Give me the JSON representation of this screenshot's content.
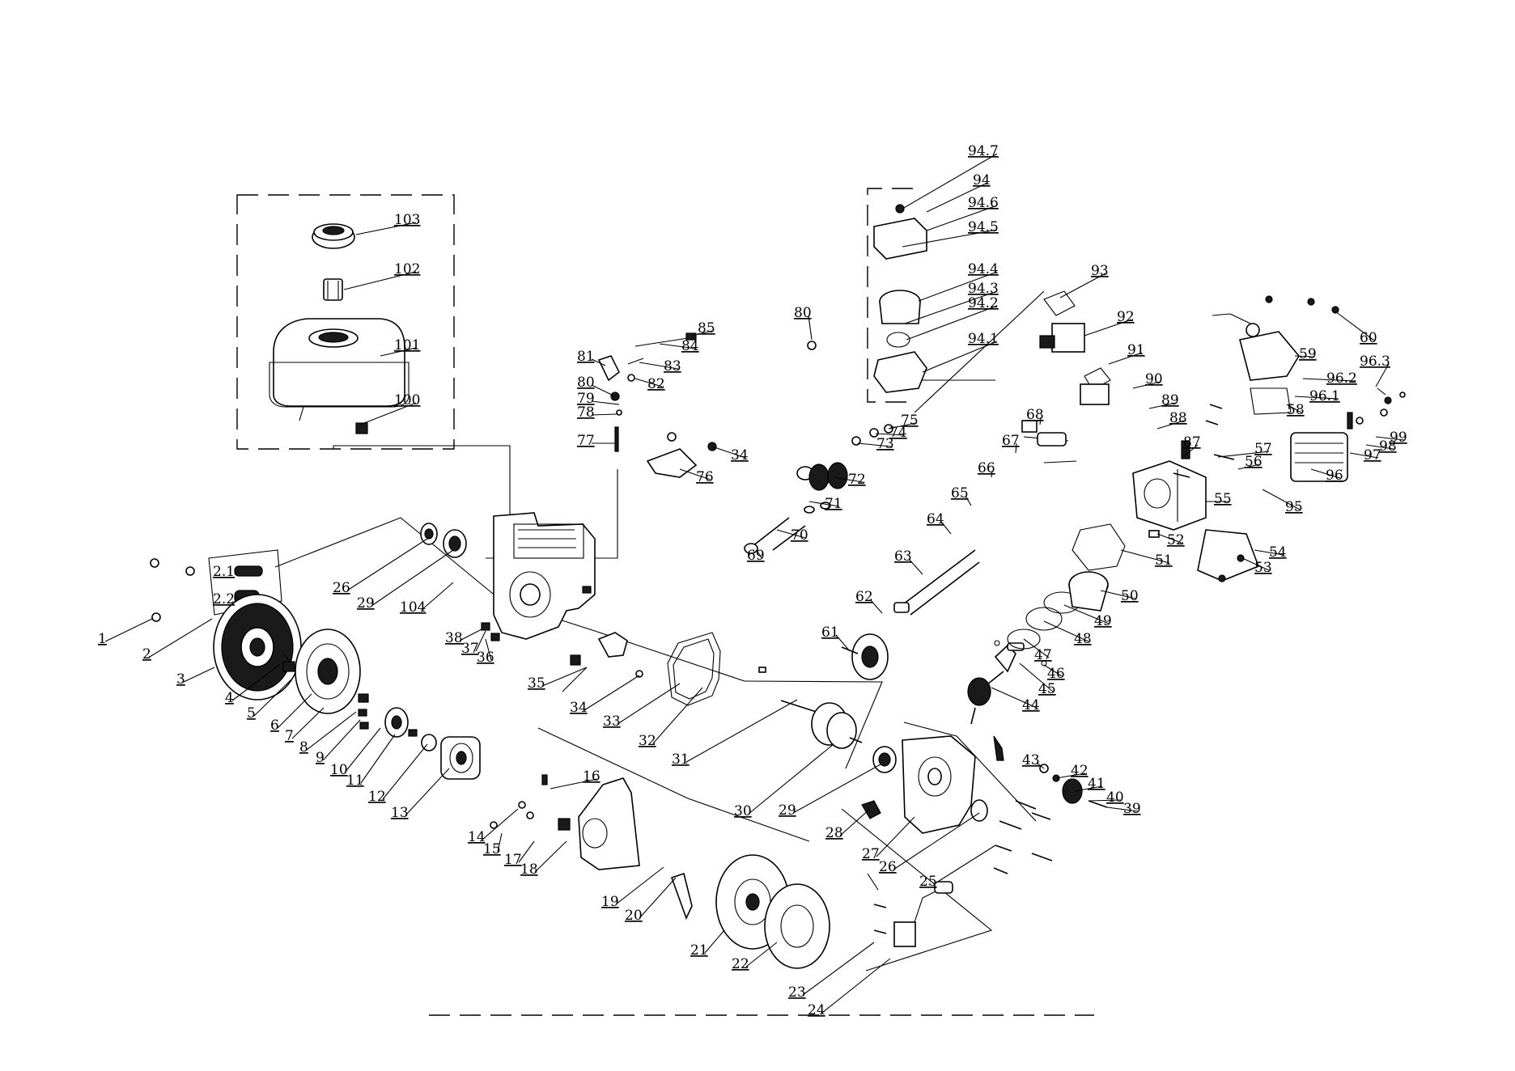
{
  "labels": [
    {
      "id": "l1",
      "text": "1",
      "part": "p1"
    },
    {
      "id": "l2",
      "text": "2",
      "part": "p2"
    },
    {
      "id": "l2_1",
      "text": "2.1",
      "part": "p2_1"
    },
    {
      "id": "l2_2",
      "text": "2.2",
      "part": "p2_2"
    },
    {
      "id": "l3",
      "text": "3",
      "part": "p3"
    },
    {
      "id": "l4",
      "text": "4",
      "part": "p4"
    },
    {
      "id": "l5",
      "text": "5",
      "part": "p5"
    },
    {
      "id": "l6",
      "text": "6",
      "part": "p6"
    },
    {
      "id": "l7",
      "text": "7",
      "part": "p7"
    },
    {
      "id": "l8",
      "text": "8",
      "part": "p8"
    },
    {
      "id": "l9",
      "text": "9",
      "part": "p9"
    },
    {
      "id": "l10",
      "text": "10",
      "part": "p10"
    },
    {
      "id": "l11",
      "text": "11",
      "part": "p11"
    },
    {
      "id": "l12",
      "text": "12",
      "part": "p12"
    },
    {
      "id": "l13",
      "text": "13",
      "part": "p13"
    },
    {
      "id": "l14",
      "text": "14",
      "part": "p14"
    },
    {
      "id": "l15",
      "text": "15",
      "part": "p15"
    },
    {
      "id": "l16",
      "text": "16",
      "part": "p16"
    },
    {
      "id": "l17",
      "text": "17",
      "part": "p17"
    },
    {
      "id": "l18",
      "text": "18",
      "part": "p18"
    },
    {
      "id": "l19",
      "text": "19",
      "part": "p19"
    },
    {
      "id": "l20",
      "text": "20",
      "part": "p20"
    },
    {
      "id": "l21",
      "text": "21",
      "part": "p21"
    },
    {
      "id": "l22",
      "text": "22",
      "part": "p22"
    },
    {
      "id": "l23",
      "text": "23",
      "part": "p23"
    },
    {
      "id": "l24",
      "text": "24",
      "part": "p24"
    },
    {
      "id": "l25",
      "text": "25",
      "part": "p25"
    },
    {
      "id": "l26a",
      "text": "26",
      "part": "p26a"
    },
    {
      "id": "l26b",
      "text": "26",
      "part": "p26b"
    },
    {
      "id": "l27",
      "text": "27",
      "part": "p27"
    },
    {
      "id": "l28",
      "text": "28",
      "part": "p28"
    },
    {
      "id": "l29a",
      "text": "29",
      "part": "p29a"
    },
    {
      "id": "l29b",
      "text": "29",
      "part": "p29b"
    },
    {
      "id": "l30",
      "text": "30",
      "part": "p30"
    },
    {
      "id": "l31",
      "text": "31",
      "part": "p31"
    },
    {
      "id": "l32",
      "text": "32",
      "part": "p32"
    },
    {
      "id": "l33",
      "text": "33",
      "part": "p33"
    },
    {
      "id": "l34a",
      "text": "34",
      "part": "p34a"
    },
    {
      "id": "l34b",
      "text": "34",
      "part": "p34b"
    },
    {
      "id": "l35",
      "text": "35",
      "part": "p35"
    },
    {
      "id": "l36",
      "text": "36",
      "part": "p36"
    },
    {
      "id": "l37",
      "text": "37",
      "part": "p37"
    },
    {
      "id": "l38",
      "text": "38",
      "part": "p38"
    },
    {
      "id": "l39",
      "text": "39",
      "part": "p39"
    },
    {
      "id": "l40",
      "text": "40",
      "part": "p40"
    },
    {
      "id": "l41",
      "text": "41",
      "part": "p41"
    },
    {
      "id": "l42",
      "text": "42",
      "part": "p42"
    },
    {
      "id": "l43",
      "text": "43",
      "part": "p43"
    },
    {
      "id": "l44",
      "text": "44",
      "part": "p44"
    },
    {
      "id": "l45",
      "text": "45",
      "part": "p45"
    },
    {
      "id": "l46",
      "text": "46",
      "part": "p46"
    },
    {
      "id": "l47",
      "text": "47",
      "part": "p47"
    },
    {
      "id": "l48",
      "text": "48",
      "part": "p48"
    },
    {
      "id": "l49",
      "text": "49",
      "part": "p49"
    },
    {
      "id": "l50",
      "text": "50",
      "part": "p50"
    },
    {
      "id": "l51",
      "text": "51",
      "part": "p51"
    },
    {
      "id": "l52",
      "text": "52",
      "part": "p52"
    },
    {
      "id": "l53",
      "text": "53",
      "part": "p53"
    },
    {
      "id": "l54",
      "text": "54",
      "part": "p54"
    },
    {
      "id": "l55",
      "text": "55",
      "part": "p55"
    },
    {
      "id": "l56",
      "text": "56",
      "part": "p56"
    },
    {
      "id": "l57",
      "text": "57",
      "part": "p57"
    },
    {
      "id": "l58",
      "text": "58",
      "part": "p58"
    },
    {
      "id": "l59",
      "text": "59",
      "part": "p59"
    },
    {
      "id": "l60",
      "text": "60",
      "part": "p60"
    },
    {
      "id": "l61",
      "text": "61",
      "part": "p61"
    },
    {
      "id": "l62",
      "text": "62",
      "part": "p62"
    },
    {
      "id": "l63",
      "text": "63",
      "part": "p63"
    },
    {
      "id": "l64",
      "text": "64",
      "part": "p64"
    },
    {
      "id": "l65",
      "text": "65",
      "part": "p65"
    },
    {
      "id": "l66",
      "text": "66",
      "part": "p66"
    },
    {
      "id": "l67",
      "text": "67",
      "part": "p67"
    },
    {
      "id": "l68",
      "text": "68",
      "part": "p68"
    },
    {
      "id": "l69",
      "text": "69",
      "part": "p69"
    },
    {
      "id": "l70",
      "text": "70",
      "part": "p70"
    },
    {
      "id": "l71",
      "text": "71",
      "part": "p71"
    },
    {
      "id": "l72",
      "text": "72",
      "part": "p72"
    },
    {
      "id": "l73",
      "text": "73",
      "part": "p73"
    },
    {
      "id": "l74",
      "text": "74",
      "part": "p74"
    },
    {
      "id": "l75",
      "text": "75",
      "part": "p75"
    },
    {
      "id": "l76",
      "text": "76",
      "part": "p76"
    },
    {
      "id": "l77",
      "text": "77",
      "part": "p77"
    },
    {
      "id": "l78",
      "text": "78",
      "part": "p78"
    },
    {
      "id": "l79",
      "text": "79",
      "part": "p79"
    },
    {
      "id": "l80a",
      "text": "80",
      "part": "p80a"
    },
    {
      "id": "l80b",
      "text": "80",
      "part": "p80b"
    },
    {
      "id": "l81",
      "text": "81",
      "part": "p81"
    },
    {
      "id": "l82",
      "text": "82",
      "part": "p82"
    },
    {
      "id": "l83",
      "text": "83",
      "part": "p83"
    },
    {
      "id": "l84",
      "text": "84",
      "part": "p84"
    },
    {
      "id": "l85",
      "text": "85",
      "part": "p85"
    },
    {
      "id": "l87",
      "text": "87",
      "part": "p87"
    },
    {
      "id": "l88",
      "text": "88",
      "part": "p88"
    },
    {
      "id": "l89",
      "text": "89",
      "part": "p89"
    },
    {
      "id": "l90",
      "text": "90",
      "part": "p90"
    },
    {
      "id": "l91",
      "text": "91",
      "part": "p91"
    },
    {
      "id": "l92",
      "text": "92",
      "part": "p92"
    },
    {
      "id": "l93",
      "text": "93",
      "part": "p93"
    },
    {
      "id": "l94",
      "text": "94",
      "part": "p94"
    },
    {
      "id": "l94_1",
      "text": "94.1",
      "part": "p94_1"
    },
    {
      "id": "l94_2",
      "text": "94.2",
      "part": "p94_2"
    },
    {
      "id": "l94_3",
      "text": "94.3",
      "part": "p94_3"
    },
    {
      "id": "l94_4",
      "text": "94.4",
      "part": "p94_4"
    },
    {
      "id": "l94_5",
      "text": "94.5",
      "part": "p94_5"
    },
    {
      "id": "l94_6",
      "text": "94.6",
      "part": "p94_6"
    },
    {
      "id": "l94_7",
      "text": "94.7",
      "part": "p94_7"
    },
    {
      "id": "l95",
      "text": "95",
      "part": "p95"
    },
    {
      "id": "l96",
      "text": "96",
      "part": "p96"
    },
    {
      "id": "l96_1",
      "text": "96.1",
      "part": "p96_1"
    },
    {
      "id": "l96_2",
      "text": "96.2",
      "part": "p96_2"
    },
    {
      "id": "l96_3",
      "text": "96.3",
      "part": "p96_3"
    },
    {
      "id": "l97",
      "text": "97",
      "part": "p97"
    },
    {
      "id": "l98",
      "text": "98",
      "part": "p98"
    },
    {
      "id": "l99",
      "text": "99",
      "part": "p99"
    },
    {
      "id": "l100",
      "text": "100",
      "part": "p100"
    },
    {
      "id": "l101",
      "text": "101",
      "part": "p101"
    },
    {
      "id": "l102",
      "text": "102",
      "part": "p102"
    },
    {
      "id": "l103",
      "text": "103",
      "part": "p103"
    },
    {
      "id": "l104",
      "text": "104",
      "part": "p104"
    }
  ]
}
